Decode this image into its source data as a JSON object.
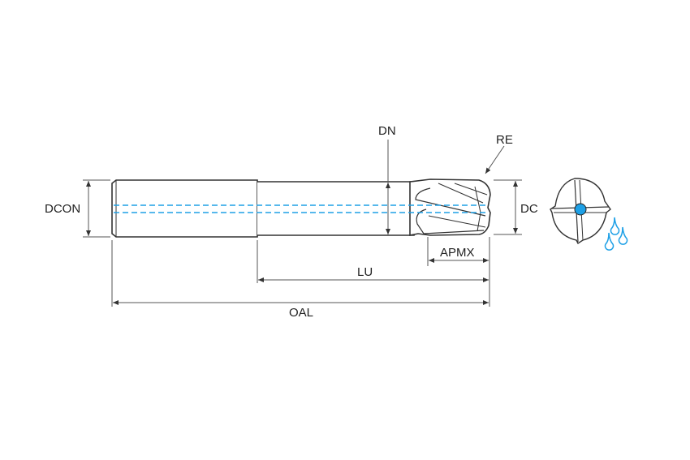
{
  "labels": {
    "dcon": "DCON",
    "dn": "DN",
    "re": "RE",
    "dc": "DC",
    "apmx": "APMX",
    "lu": "LU",
    "oal": "OAL"
  },
  "colors": {
    "line": "#333333",
    "coolant": "#1ea0e6",
    "dim": "#555555"
  },
  "icons": [
    "end-view-icon",
    "coolant-drops-icon"
  ]
}
